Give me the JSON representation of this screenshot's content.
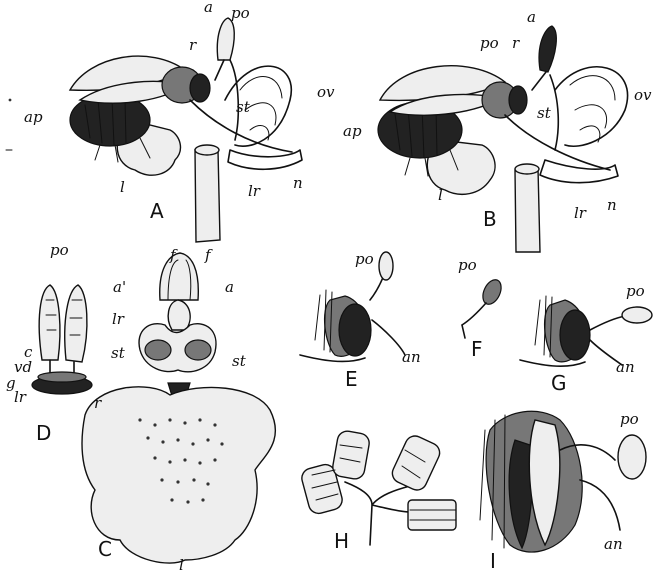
{
  "figures": {
    "A": {
      "caption": "A",
      "labels": {
        "a": "a",
        "po": "po",
        "r": "r",
        "st": "st",
        "ov": "ov",
        "ap": "ap",
        "l": "l",
        "lr": "lr",
        "n": "n"
      }
    },
    "B": {
      "caption": "B",
      "labels": {
        "a": "a",
        "po": "po",
        "r": "r",
        "st": "st",
        "ov": "ov",
        "ap": "ap",
        "l": "l",
        "lr": "lr",
        "n": "n"
      }
    },
    "C": {
      "caption": "C",
      "labels": {
        "f1": "f",
        "f2": "f",
        "a_prime": "a'",
        "a": "a",
        "lr": "lr",
        "st1": "st",
        "st2": "st",
        "l": "l"
      }
    },
    "D": {
      "caption": "D",
      "labels": {
        "po": "po",
        "c": "c",
        "vd": "vd",
        "g": "g",
        "lr": "lr",
        "r": "r"
      }
    },
    "E": {
      "caption": "E",
      "labels": {
        "po": "po",
        "an": "an"
      }
    },
    "F": {
      "caption": "F",
      "labels": {
        "po": "po"
      }
    },
    "G": {
      "caption": "G",
      "labels": {
        "po": "po",
        "an": "an"
      }
    },
    "H": {
      "caption": "H"
    },
    "I": {
      "caption": "I",
      "labels": {
        "po": "po",
        "an": "an"
      }
    }
  }
}
